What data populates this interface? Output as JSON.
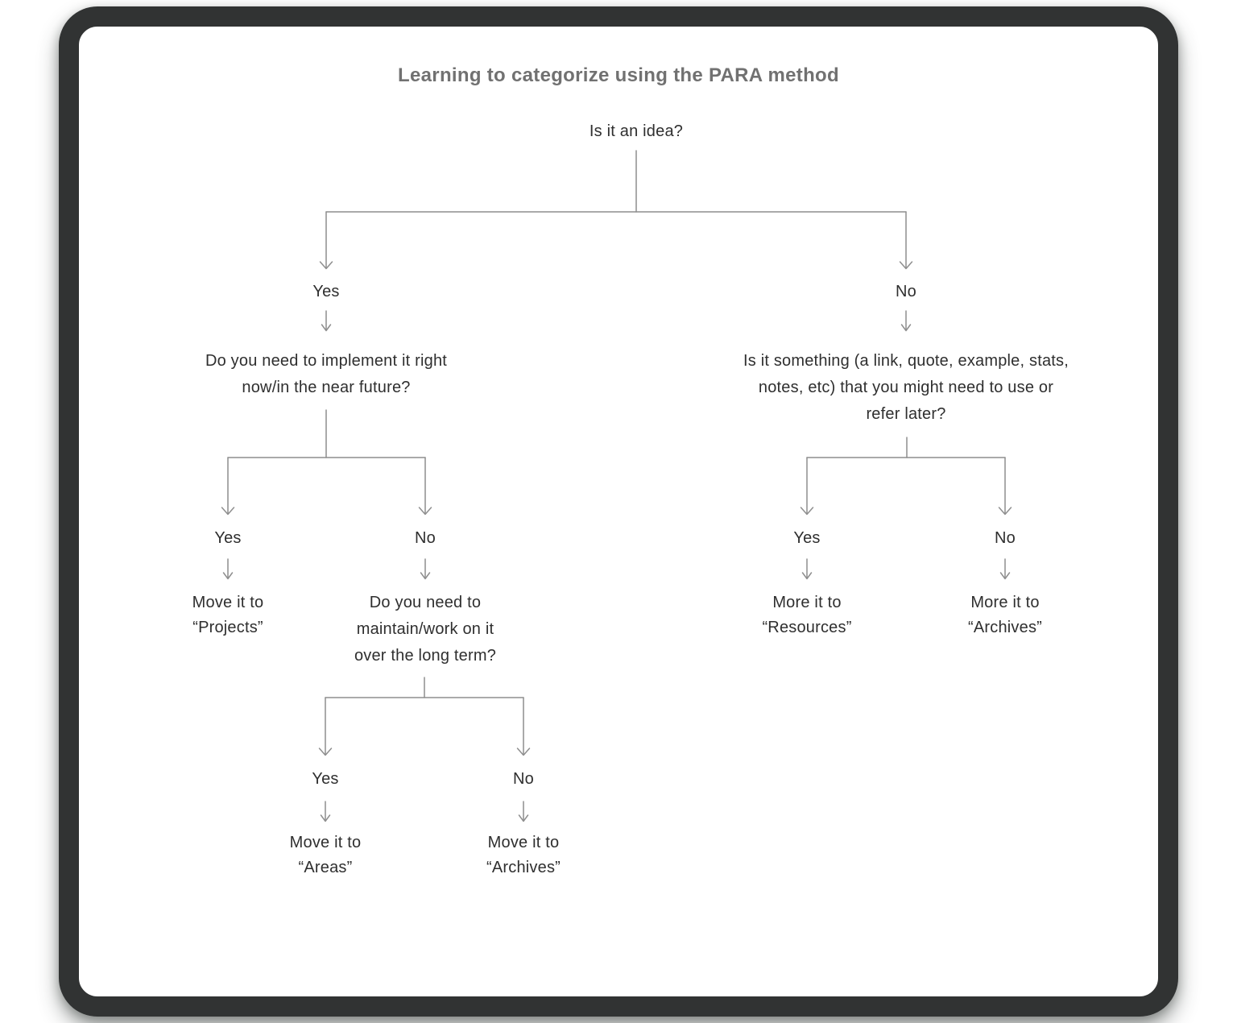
{
  "title": "Learning to categorize using the PARA method",
  "colors": {
    "frame": "#313333",
    "line": "#8e8e8e",
    "text": "#2f2f2f",
    "title": "#717171",
    "card": "#ffffff"
  },
  "diagram": {
    "root": "Is it an idea?",
    "level1": {
      "yes_label": "Yes",
      "no_label": "No"
    },
    "yes_branch": {
      "question": "Do you need to implement it right\nnow/in the near future?",
      "yes_label": "Yes",
      "no_label": "No",
      "yes_result": "Move it to\n“Projects”",
      "no_question": "Do you need to\nmaintain/work on it\nover the long term?",
      "sub": {
        "yes_label": "Yes",
        "no_label": "No",
        "yes_result": "Move it to\n“Areas”",
        "no_result": "Move it to\n“Archives”"
      }
    },
    "no_branch": {
      "question": "Is it something (a link, quote, example, stats,\nnotes, etc) that you might need to use or\nrefer later?",
      "yes_label": "Yes",
      "no_label": "No",
      "yes_result": "More it to\n“Resources”",
      "no_result": "More it to\n“Archives”"
    }
  }
}
